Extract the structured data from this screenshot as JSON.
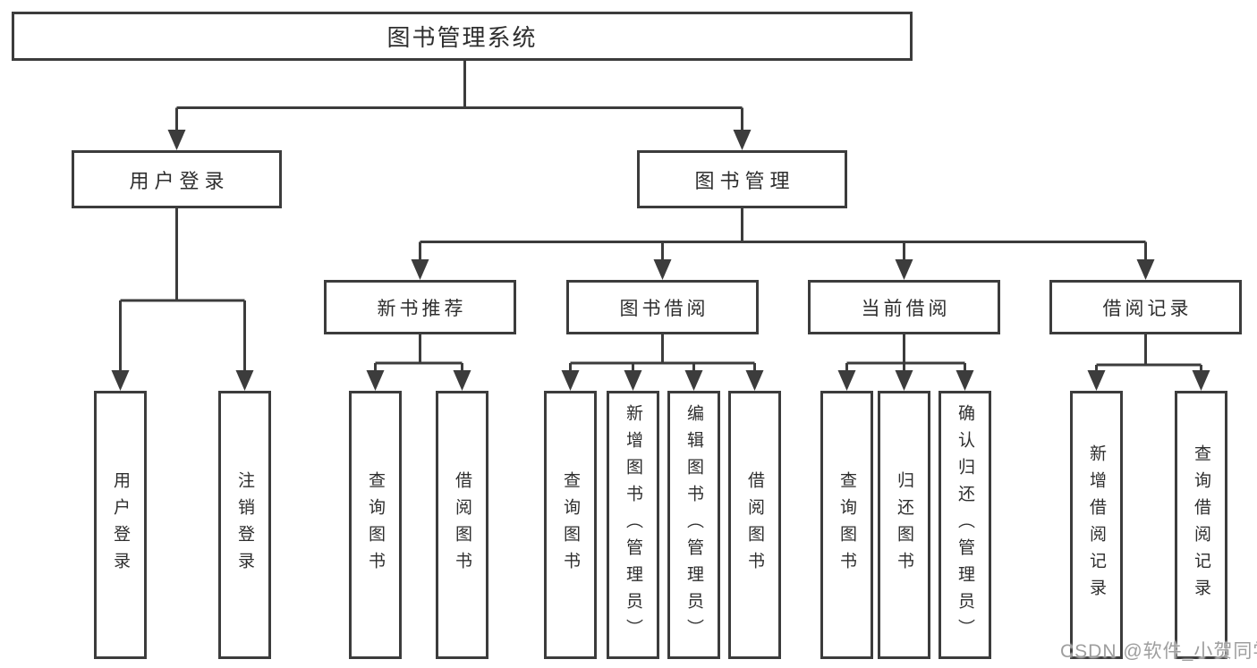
{
  "diagram": {
    "title": "图书管理系统",
    "branches": [
      {
        "label": "用户登录",
        "children": [
          {
            "label": "用户登录"
          },
          {
            "label": "注销登录"
          }
        ]
      },
      {
        "label": "图书管理",
        "children": [
          {
            "label": "新书推荐",
            "children": [
              {
                "label": "查询图书"
              },
              {
                "label": "借阅图书"
              }
            ]
          },
          {
            "label": "图书借阅",
            "children": [
              {
                "label": "查询图书"
              },
              {
                "label": "新增图书（管理员）"
              },
              {
                "label": "编辑图书（管理员）"
              },
              {
                "label": "借阅图书"
              }
            ]
          },
          {
            "label": "当前借阅",
            "children": [
              {
                "label": "查询图书"
              },
              {
                "label": "归还图书"
              },
              {
                "label": "确认归还（管理员）"
              }
            ]
          },
          {
            "label": "借阅记录",
            "children": [
              {
                "label": "新增借阅记录"
              },
              {
                "label": "查询借阅记录"
              }
            ]
          }
        ]
      }
    ]
  },
  "watermark": {
    "text": "CSDN @软件_小贺同学"
  },
  "colors": {
    "line": "#3c3c3c",
    "node_border": "#3c3c3c",
    "node_text": "#2e2e2e",
    "background": "#ffffff",
    "watermark_text": "#9e9e9e"
  }
}
